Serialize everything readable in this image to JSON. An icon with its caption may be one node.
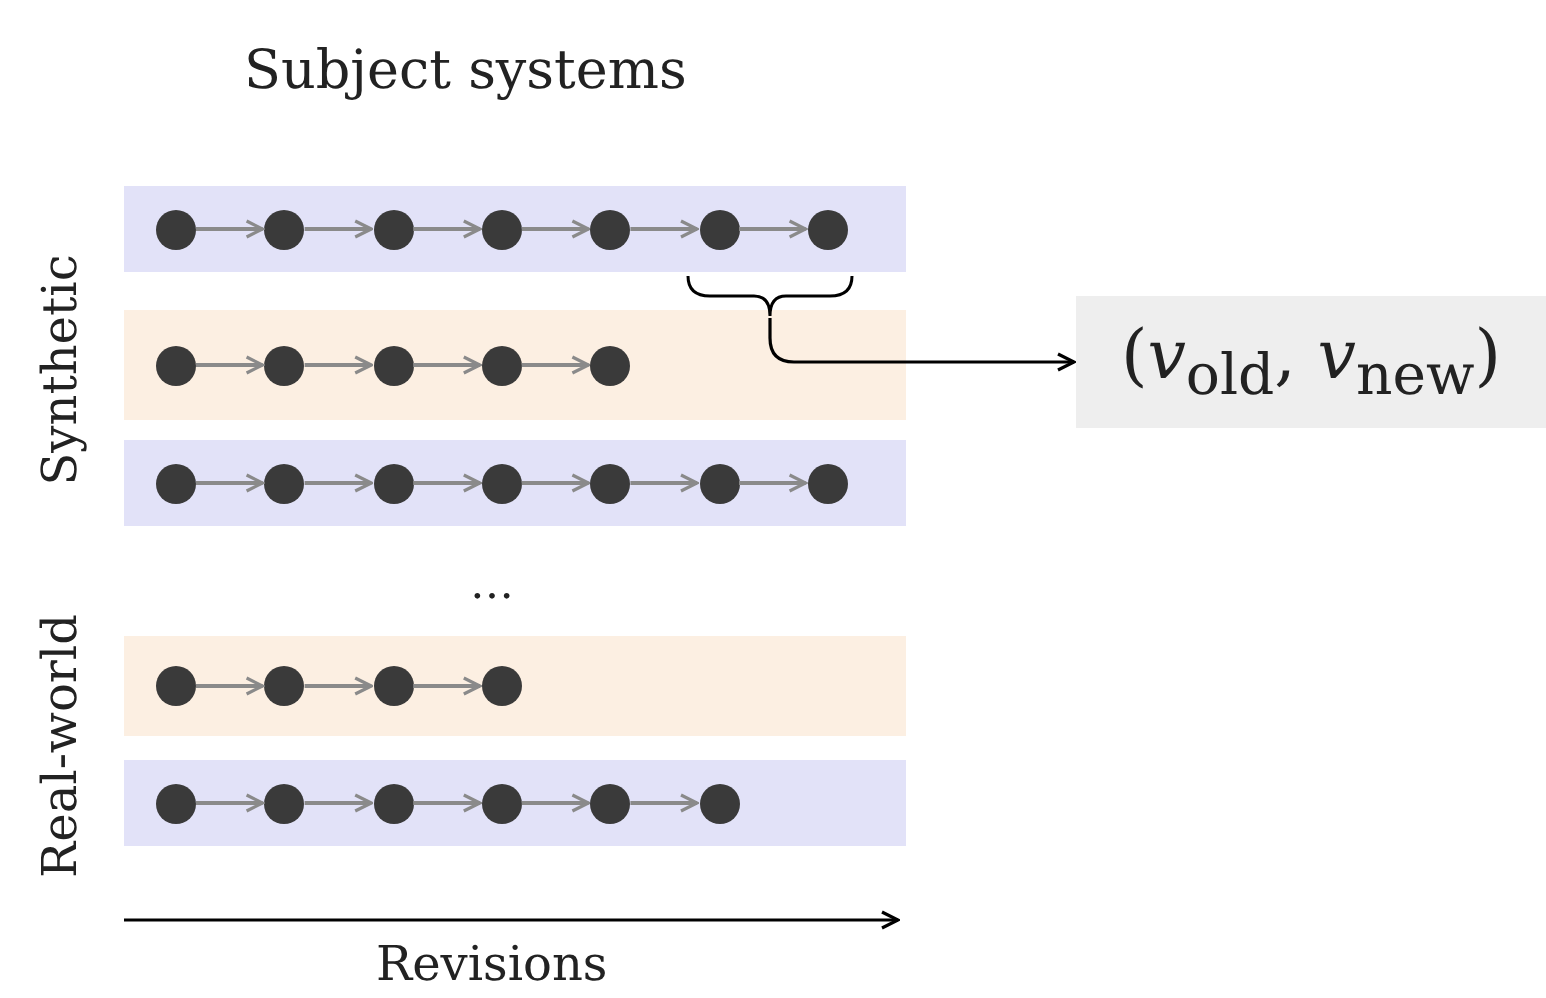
{
  "diagram": {
    "title": "Subject systems",
    "nodes": [
      {
        "text": [],
        "shape": "bar"
      },
      {
        "text": [],
        "shape": "circle",
        "in": 0
      },
      {
        "text": [],
        "shape": "circle",
        "in": 0
      },
      {
        "text": [],
        "shape": "circle",
        "in": 0
      },
      {
        "text": [],
        "shape": "circle",
        "in": 0
      },
      {
        "text": [],
        "shape": "circle",
        "in": 0
      },
      {
        "text": [],
        "shape": "circle",
        "in": 0
      },
      {
        "text": [],
        "shape": "circle",
        "in": 0
      },
      {
        "text": [],
        "shape": "bar"
      },
      {
        "text": [],
        "shape": "circle",
        "in": 8
      },
      {
        "text": [],
        "shape": "circle",
        "in": 8
      },
      {
        "text": [],
        "shape": "circle",
        "in": 8
      },
      {
        "text": [],
        "shape": "circle",
        "in": 8
      },
      {
        "text": [],
        "shape": "circle",
        "in": 8
      },
      {
        "text": [],
        "shape": "bar"
      },
      {
        "text": [],
        "shape": "circle",
        "in": 14
      },
      {
        "text": [],
        "shape": "circle",
        "in": 14
      },
      {
        "text": [],
        "shape": "circle",
        "in": 14
      },
      {
        "text": [],
        "shape": "circle",
        "in": 14
      },
      {
        "text": [],
        "shape": "circle",
        "in": 14
      },
      {
        "text": [],
        "shape": "circle",
        "in": 14
      },
      {
        "text": [],
        "shape": "circle",
        "in": 14
      },
      {
        "text": [],
        "shape": "bar"
      },
      {
        "text": [],
        "shape": "circle",
        "in": 22
      },
      {
        "text": [],
        "shape": "circle",
        "in": 22
      },
      {
        "text": [],
        "shape": "circle",
        "in": 22
      },
      {
        "text": [],
        "shape": "circle",
        "in": 22
      },
      {
        "text": [],
        "shape": "bar"
      },
      {
        "text": [],
        "shape": "circle",
        "in": 27
      },
      {
        "text": [],
        "shape": "circle",
        "in": 27
      },
      {
        "text": [],
        "shape": "circle",
        "in": 27
      },
      {
        "text": [],
        "shape": "circle",
        "in": 27
      },
      {
        "text": [],
        "shape": "circle",
        "in": 27
      },
      {
        "text": [],
        "shape": "circle",
        "in": 27
      },
      {
        "text": [],
        "shape": "bracket"
      },
      {
        "text": [
          "(*v*$_{old}$, *v*$_{new}$)"
        ]
      }
    ],
    "edges": [
      {
        "from": 1,
        "to": 2,
        "arrow": "to"
      },
      {
        "from": 2,
        "to": 3,
        "arrow": "to"
      },
      {
        "from": 3,
        "to": 4,
        "arrow": "to"
      },
      {
        "from": 4,
        "to": 5,
        "arrow": "to"
      },
      {
        "from": 5,
        "to": 6,
        "arrow": "to"
      },
      {
        "from": 6,
        "to": 7,
        "arrow": "to"
      },
      {
        "from": 9,
        "to": 10,
        "arrow": "to"
      },
      {
        "from": 10,
        "to": 11,
        "arrow": "to"
      },
      {
        "from": 11,
        "to": 12,
        "arrow": "to"
      },
      {
        "from": 12,
        "to": 13,
        "arrow": "to"
      },
      {
        "from": 15,
        "to": 16,
        "arrow": "to"
      },
      {
        "from": 16,
        "to": 17,
        "arrow": "to"
      },
      {
        "from": 17,
        "to": 18,
        "arrow": "to"
      },
      {
        "from": 18,
        "to": 19,
        "arrow": "to"
      },
      {
        "from": 19,
        "to": 20,
        "arrow": "to"
      },
      {
        "from": 20,
        "to": 21,
        "arrow": "to"
      },
      {
        "from": 23,
        "to": 24,
        "arrow": "to"
      },
      {
        "from": 24,
        "to": 25,
        "arrow": "to"
      },
      {
        "from": 25,
        "to": 26,
        "arrow": "to"
      },
      {
        "from": 28,
        "to": 29,
        "arrow": "to"
      },
      {
        "from": 29,
        "to": 30,
        "arrow": "to"
      },
      {
        "from": 30,
        "to": 31,
        "arrow": "to"
      },
      {
        "from": 31,
        "to": 32,
        "arrow": "to"
      },
      {
        "from": 32,
        "to": 33,
        "arrow": "to"
      },
      {
        "from": 34,
        "to": 35,
        "arrow": "to",
        "color": "#000000"
      }
    ],
    "labels": [
      "Synthetic",
      "…",
      "Real-world",
      "Revisions"
    ]
  }
}
